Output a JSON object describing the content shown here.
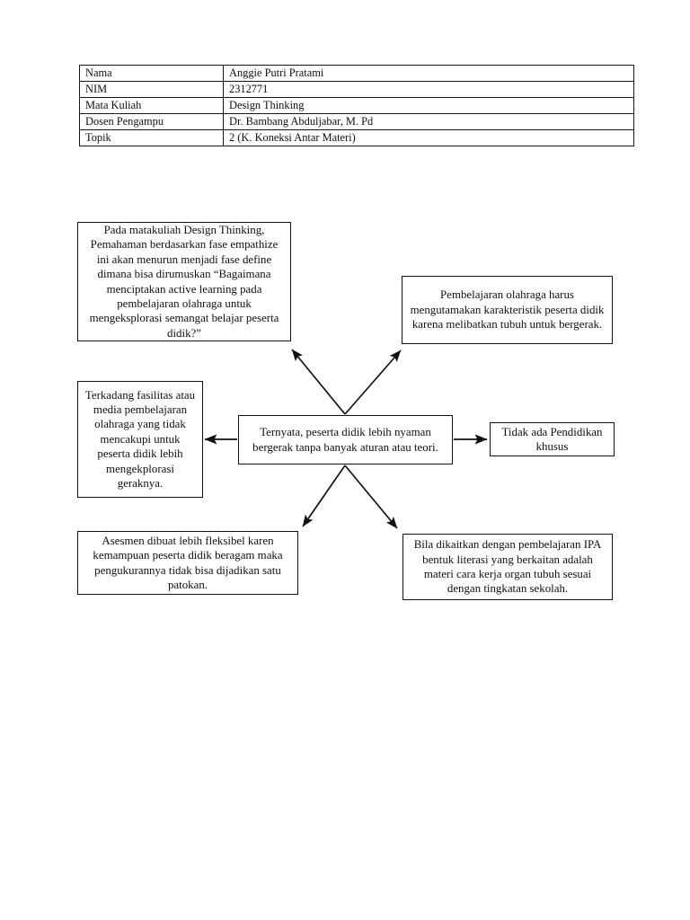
{
  "document": {
    "type": "mind-map-worksheet"
  },
  "info_table": {
    "rows": [
      {
        "label": "Nama",
        "value": "Anggie Putri Pratami"
      },
      {
        "label": "NIM",
        "value": "2312771"
      },
      {
        "label": "Mata Kuliah",
        "value": "Design Thinking"
      },
      {
        "label": "Dosen Pengampu",
        "value": "Dr. Bambang Abduljabar, M. Pd"
      },
      {
        "label": "Topik",
        "value": "2 (K. Koneksi Antar Materi)"
      }
    ]
  },
  "diagram": {
    "center": {
      "text": "Ternyata, peserta didik lebih nyaman bergerak tanpa banyak aturan atau teori."
    },
    "nodes": {
      "top_left": {
        "text": "Pada matakuliah Design Thinking, Pemahaman berdasarkan fase empathize ini akan menurun menjadi fase define dimana bisa dirumuskan “Bagaimana menciptakan active learning pada pembelajaran olahraga untuk mengeksplorasi semangat belajar peserta didik?”"
      },
      "top_right": {
        "text": "Pembelajaran olahraga harus mengutamakan karakteristik peserta didik karena melibatkan tubuh untuk bergerak."
      },
      "left": {
        "text": "Terkadang fasilitas atau media pembelajaran olahraga yang tidak mencakupi untuk peserta didik lebih mengekplorasi geraknya."
      },
      "right": {
        "text": "Tidak ada Pendidikan khusus"
      },
      "bottom_left": {
        "text": "Asesmen dibuat lebih fleksibel karen kemampuan peserta didik beragam maka pengukurannya tidak bisa dijadikan satu patokan."
      },
      "bottom_right": {
        "text": "Bila dikaitkan dengan pembelajaran IPA bentuk literasi yang berkaitan adalah materi cara kerja organ tubuh sesuai dengan tingkatan sekolah."
      }
    },
    "connectors": [
      {
        "name": "arrow-center-to-top-left",
        "direction": "up-left"
      },
      {
        "name": "arrow-center-to-top-right",
        "direction": "up-right"
      },
      {
        "name": "arrow-center-to-left",
        "direction": "left"
      },
      {
        "name": "arrow-center-to-right",
        "direction": "right"
      },
      {
        "name": "arrow-center-to-bottom-left",
        "direction": "down-left"
      },
      {
        "name": "arrow-center-to-bottom-right",
        "direction": "down-right"
      }
    ]
  },
  "colors": {
    "page_background": "#ffffff",
    "ink": "#101010",
    "border": "#111111"
  }
}
